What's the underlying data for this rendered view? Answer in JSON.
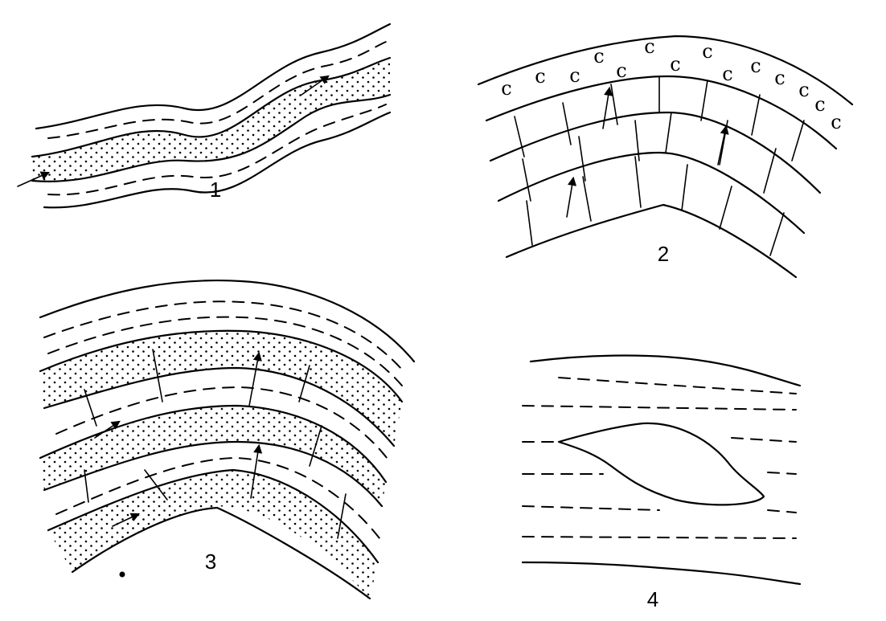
{
  "panels": [
    {
      "id": "1",
      "label": "1"
    },
    {
      "id": "2",
      "label": "2"
    },
    {
      "id": "3",
      "label": "3"
    },
    {
      "id": "4",
      "label": "4"
    }
  ],
  "glyphs": {
    "calcite_symbol": "c"
  }
}
